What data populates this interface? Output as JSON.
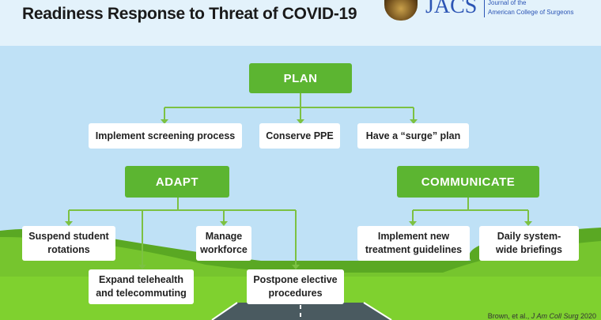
{
  "header": {
    "title": "Readiness Response to Threat of COVID-19",
    "logo_text": "JACS",
    "logo_sub1": "Journal of the",
    "logo_sub2": "American College of Surgeons"
  },
  "plan": {
    "label": "PLAN",
    "items": [
      "Implement screening process",
      "Conserve PPE",
      "Have a “surge” plan"
    ]
  },
  "adapt": {
    "label": "ADAPT",
    "items": [
      "Suspend student rotations",
      "Manage workforce",
      "Expand telehealth and telecommuting",
      "Postpone elective procedures"
    ]
  },
  "communicate": {
    "label": "COMMUNICATE",
    "items": [
      "Implement new treatment guidelines",
      "Daily system-wide briefings"
    ]
  },
  "citation": {
    "prefix": "Brown, et al., ",
    "journal": "J Am Coll Surg",
    "year": " 2020"
  },
  "colors": {
    "green": "#5cb531",
    "sky": "#bfe1f6"
  }
}
